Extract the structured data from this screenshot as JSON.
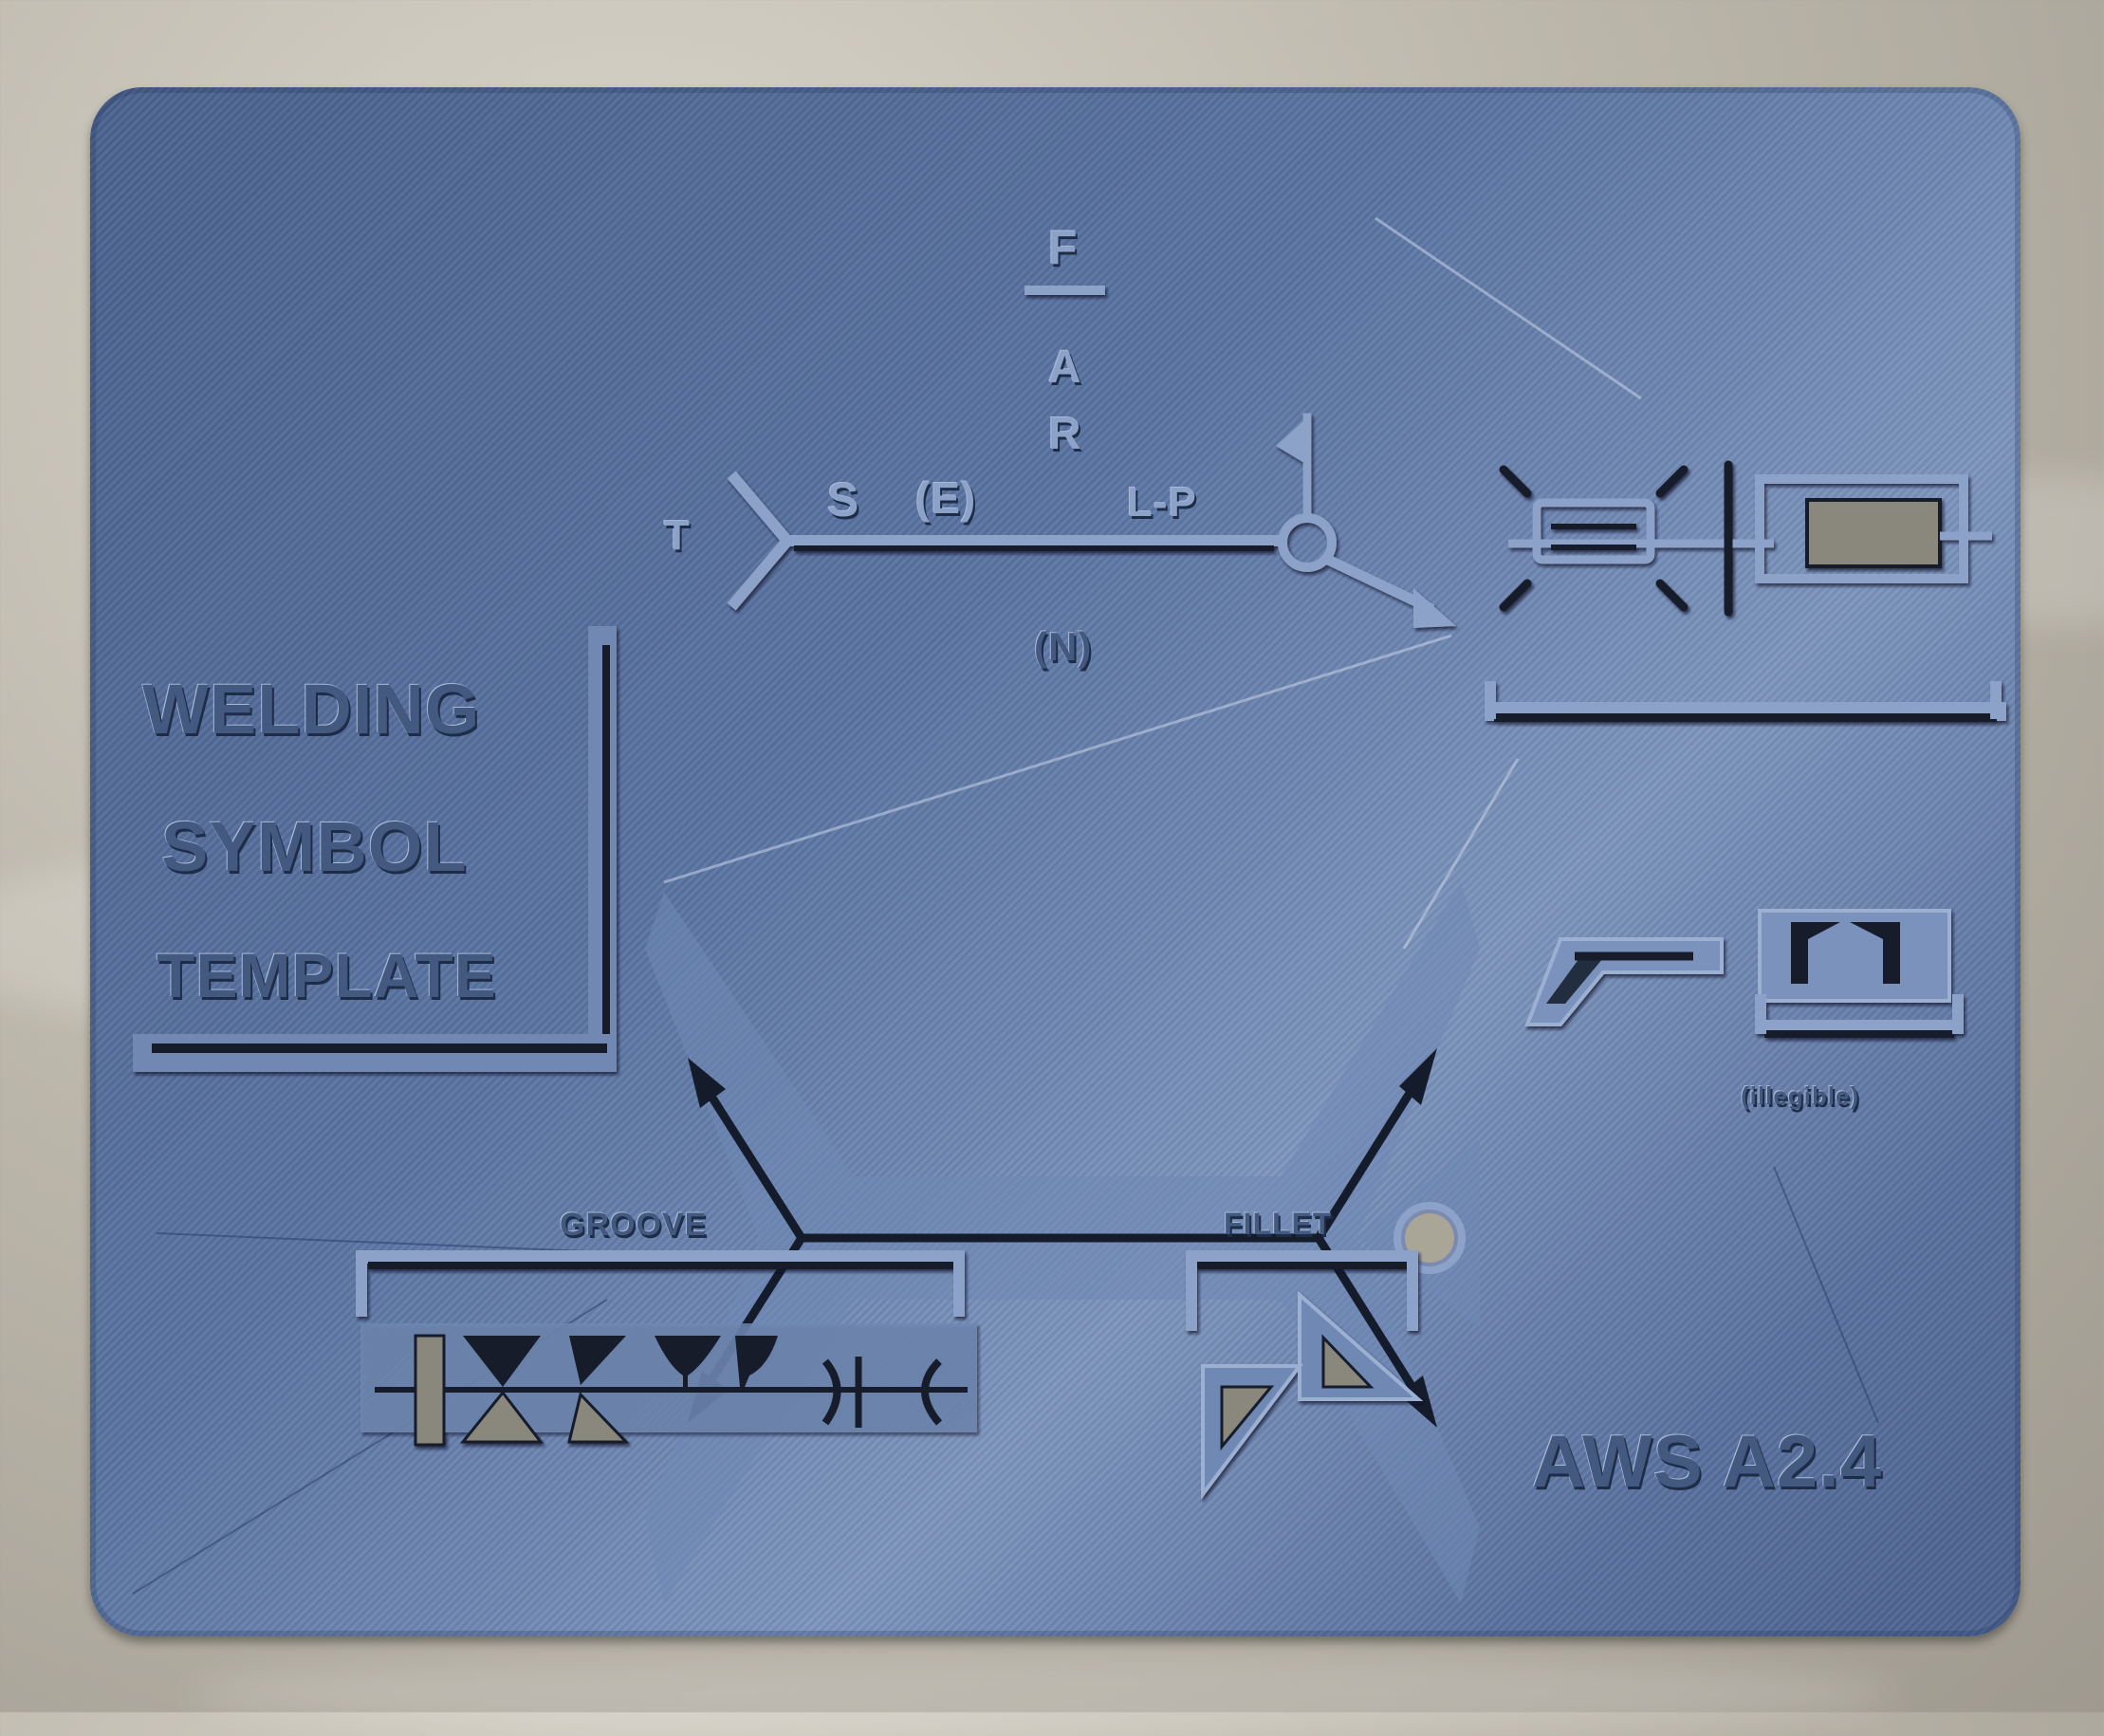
{
  "scene": {
    "description": "3D-printed blue welding symbol template plate lying on a grey fleece blanket",
    "colors": {
      "plate": "#5a72a0",
      "plate_dark": "#3f5580",
      "plate_highlight": "#9cb0d2",
      "slot": "#141c2c",
      "background_fabric": "#bdb8ac"
    }
  },
  "title_block": {
    "line1": "WELDING",
    "line2": "SYMBOL",
    "line3": "TEMPLATE"
  },
  "reference_symbol": {
    "tail_label": "T",
    "arrow_side_labels": [
      "S",
      "(E)",
      "L-P"
    ],
    "vertical_labels": [
      "F",
      "A",
      "R"
    ],
    "below_label": "(N)",
    "features": [
      "tail",
      "reference-line",
      "weld-all-around-circle",
      "field-weld-flag",
      "arrow"
    ]
  },
  "large_reference_line": {
    "features": [
      "left-tail-arrows",
      "reference-slot",
      "right-tail-arrows",
      "pen-hole"
    ]
  },
  "groove_section": {
    "label": "GROOVE",
    "symbols": [
      "square",
      "V",
      "bevel",
      "U",
      "J",
      "flare-V",
      "flare-bevel"
    ]
  },
  "fillet_section": {
    "label": "FILLET",
    "symbols": [
      "fillet-arrow-side",
      "fillet-other-side"
    ]
  },
  "right_column": {
    "symbols": [
      "plug-slot",
      "backing-melt-through",
      "surfacing-edge",
      "flange"
    ],
    "small_label": "(illegible)"
  },
  "footer": {
    "standard": "AWS A2.4"
  }
}
